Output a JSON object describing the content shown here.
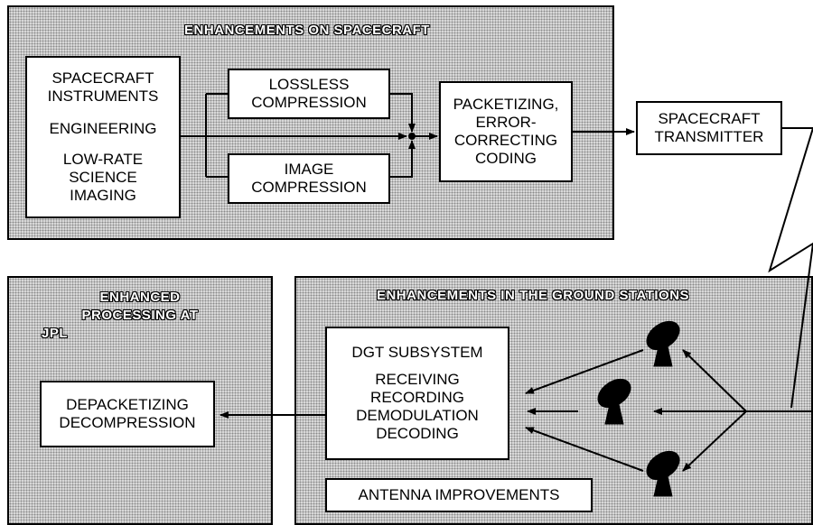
{
  "spacecraft_section": {
    "title": "ENHANCEMENTS ON SPACECRAFT",
    "sources": {
      "instruments": [
        "SPACECRAFT",
        "INSTRUMENTS"
      ],
      "engineering": "ENGINEERING",
      "imaging": [
        "LOW-RATE",
        "SCIENCE",
        "IMAGING"
      ]
    },
    "lossless": [
      "LOSSLESS",
      "COMPRESSION"
    ],
    "image_compression": [
      "IMAGE",
      "COMPRESSION"
    ],
    "packetizing": [
      "PACKETIZING,",
      "ERROR-",
      "CORRECTING",
      "CODING"
    ]
  },
  "transmitter": [
    "SPACECRAFT",
    "TRANSMITTER"
  ],
  "ground_section": {
    "title": "ENHANCEMENTS IN THE GROUND STATIONS",
    "dgt": {
      "title": "DGT SUBSYSTEM",
      "items": [
        "RECEIVING",
        "RECORDING",
        "DEMODULATION",
        "DECODING"
      ]
    },
    "antenna": "ANTENNA IMPROVEMENTS"
  },
  "jpl_section": {
    "title": [
      "ENHANCED",
      "PROCESSING AT",
      "JPL"
    ],
    "depacketizing": [
      "DEPACKETIZING",
      "DECOMPRESSION"
    ]
  }
}
